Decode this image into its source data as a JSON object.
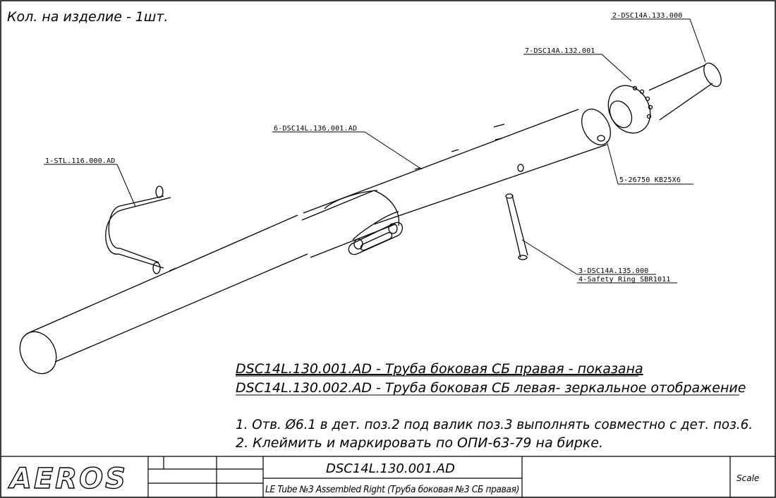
{
  "header": {
    "quantity_note": "Кол. на изделие - 1шт."
  },
  "callouts": [
    {
      "id": "c1",
      "label": "1-STL.116.000.AD"
    },
    {
      "id": "c2",
      "label": "2-DSC14A.133.000"
    },
    {
      "id": "c3",
      "label": "3-DSC14A.135.000"
    },
    {
      "id": "c4",
      "label": "4-Safety Ring SBR1011"
    },
    {
      "id": "c5",
      "label": "5-26750 KB25X6"
    },
    {
      "id": "c6",
      "label": "6-DSC14L.136.001.AD"
    },
    {
      "id": "c7",
      "label": "7-DSC14A.132.001"
    }
  ],
  "titles": [
    "DSC14L.130.001.AD - Труба боковая СБ правая - показана",
    "DSC14L.130.002.AD - Труба боковая СБ левая- зеркальное отображение"
  ],
  "notes": [
    "1. Отв. Ø6.1 в дет. поз.2 под валик поз.3 выполнять совместно с дет. поз.6.",
    "2. Клеймить и маркировать по ОПИ-63-79 на бирке."
  ],
  "title_block": {
    "logo": "AEROS",
    "drawing_code": "DSC14L.130.001.AD",
    "drawing_name": "LE Tube №3 Assembled Right (Труба боковая №3 СБ правая)",
    "scale_label": "Scale"
  }
}
